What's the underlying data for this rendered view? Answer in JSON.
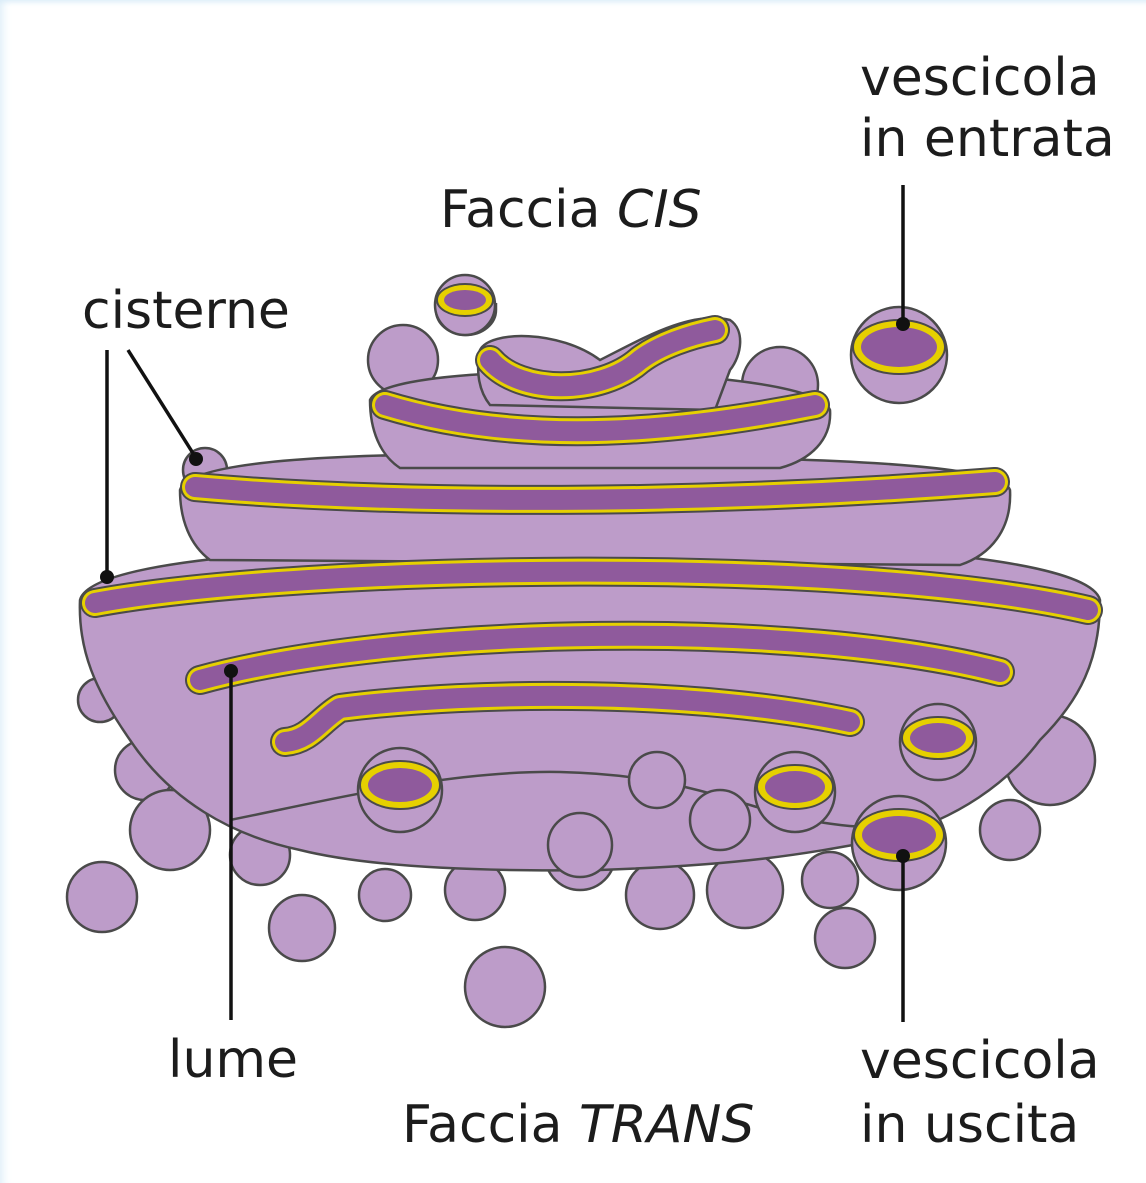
{
  "labels": {
    "cis_face_word": "Faccia ",
    "cis_face_term": "CIS",
    "trans_face_word": "Faccia ",
    "trans_face_term": "TRANS",
    "cisterns": "cisterne",
    "lumen": "lume",
    "incoming_vesicle_line1": "vescicola",
    "incoming_vesicle_line2": "in entrata",
    "outgoing_vesicle_line1": "vescicola",
    "outgoing_vesicle_line2": "in uscita"
  },
  "colors": {
    "membrane_light": "#bd9cc9",
    "lumen_purple": "#8f5a9c",
    "membrane_outline_yellow": "#e6d000",
    "outline_dark": "#4a4a4a"
  }
}
